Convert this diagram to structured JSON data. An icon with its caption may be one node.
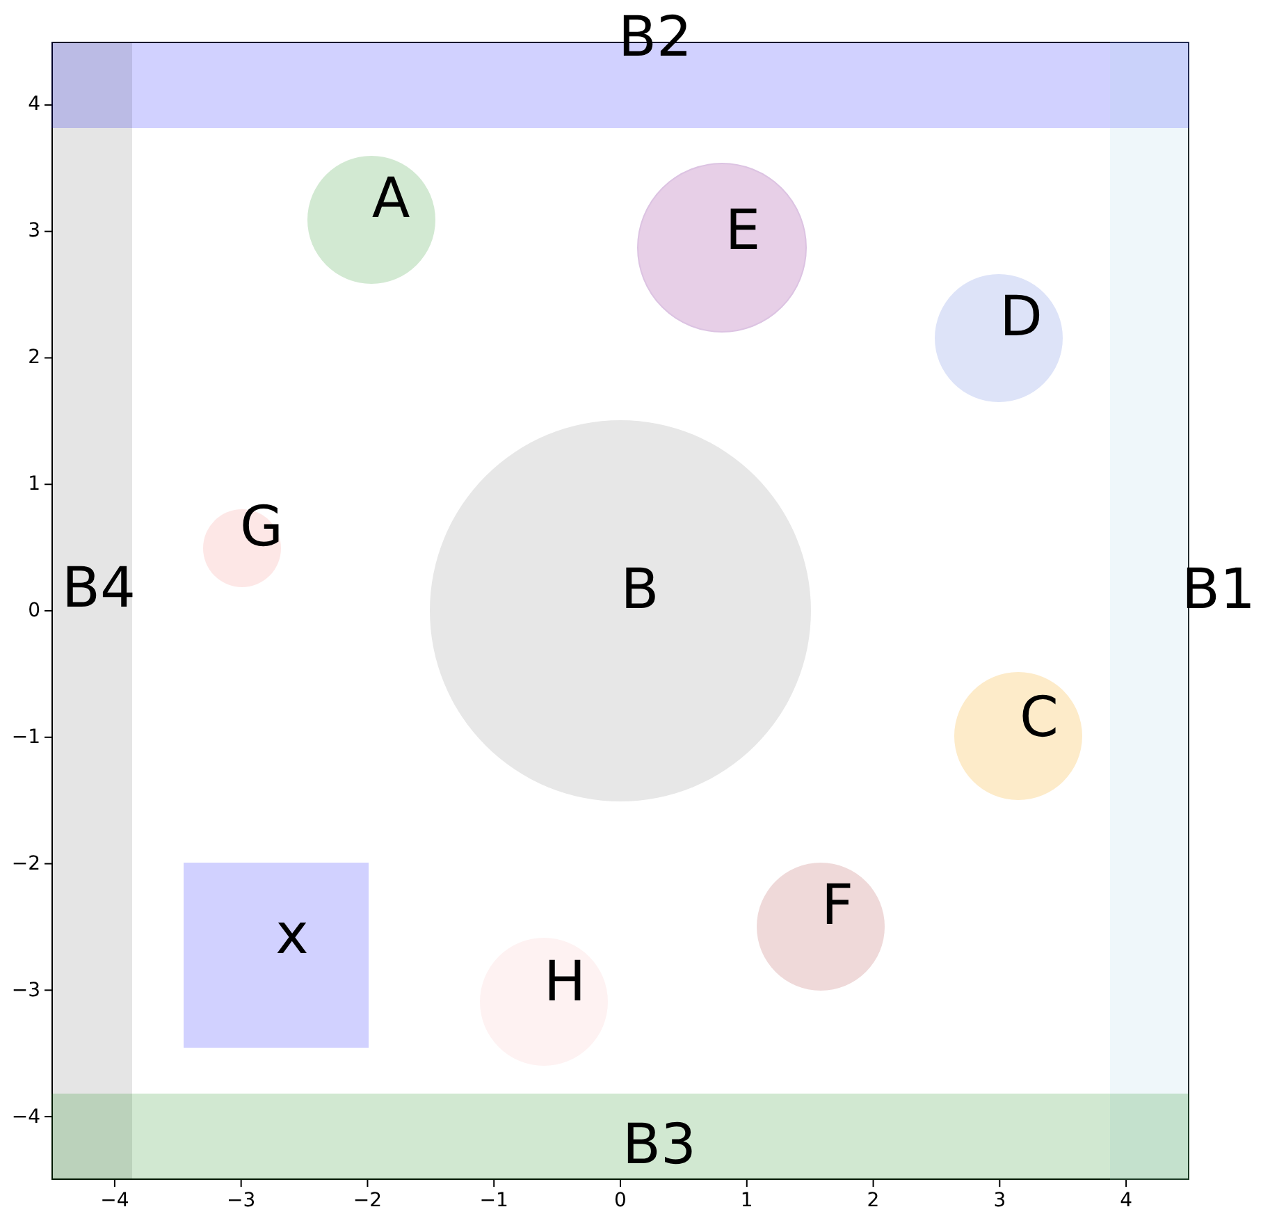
{
  "diagram": {
    "nodes": [
      {
        "text": [
          "B2"
        ]
      },
      {
        "text": [
          "A"
        ]
      },
      {
        "text": [
          "E"
        ]
      },
      {
        "text": [
          "D"
        ]
      },
      {
        "text": [
          "G"
        ]
      },
      {
        "text": [
          "B4"
        ]
      },
      {
        "text": [
          "B"
        ]
      },
      {
        "text": [
          "B1"
        ]
      },
      {
        "text": [
          "C"
        ]
      },
      {
        "text": [
          "F"
        ]
      },
      {
        "text": [
          "x"
        ]
      },
      {
        "text": [
          "H"
        ]
      },
      {
        "text": [
          "B3"
        ]
      }
    ],
    "labels": [
      "4",
      "3",
      "2",
      "1",
      "0",
      "−1",
      "−2",
      "−3",
      "−4",
      "−4",
      "−3",
      "−2",
      "−1",
      "0",
      "1",
      "2",
      "3",
      "4"
    ]
  }
}
